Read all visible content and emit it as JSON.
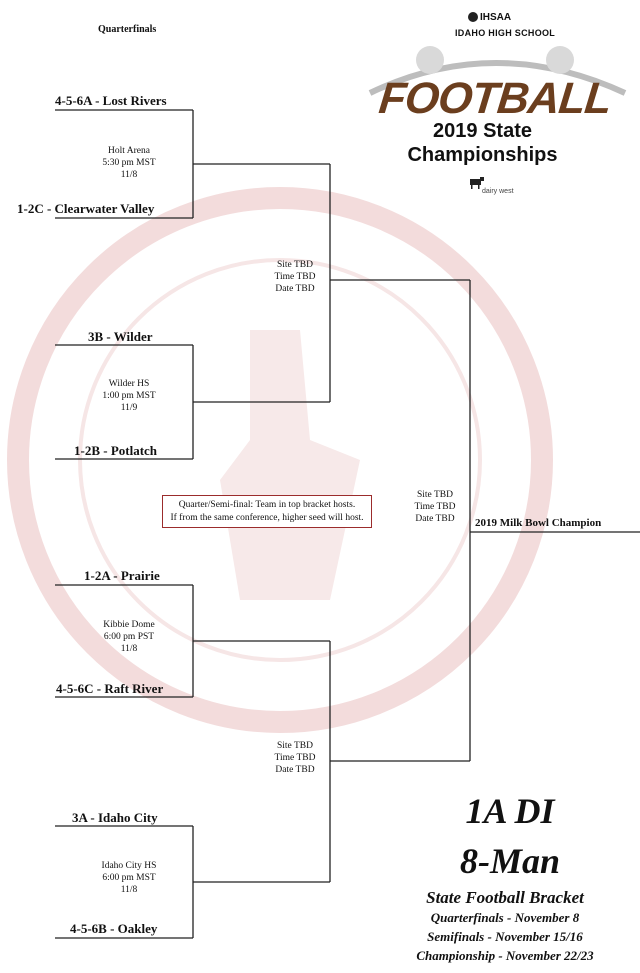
{
  "header": {
    "round_label": "Quarterfinals"
  },
  "teams": [
    "4-5-6A - Lost Rivers",
    "1-2C - Clearwater Valley",
    "3B - Wilder",
    "1-2B - Potlatch",
    "1-2A - Prairie",
    "4-5-6C - Raft River",
    "3A - Idaho City",
    "4-5-6B - Oakley"
  ],
  "quarter_sites": [
    {
      "venue": "Holt Arena",
      "time": "5:30 pm MST",
      "date": "11/8"
    },
    {
      "venue": "Wilder HS",
      "time": "1:00 pm MST",
      "date": "11/9"
    },
    {
      "venue": "Kibbie Dome",
      "time": "6:00 pm PST",
      "date": "11/8"
    },
    {
      "venue": "Idaho City HS",
      "time": "6:00 pm MST",
      "date": "11/8"
    }
  ],
  "semi_sites": [
    {
      "site": "Site TBD",
      "time": "Time TBD",
      "date": "Date TBD"
    },
    {
      "site": "Site TBD",
      "time": "Time TBD",
      "date": "Date TBD"
    }
  ],
  "final_site": {
    "site": "Site TBD",
    "time": "Time TBD",
    "date": "Date TBD"
  },
  "note": {
    "line1": "Quarter/Semi-final: Team in top bracket hosts.",
    "line2": "If from the same conference, higher seed will host."
  },
  "champion_label": "2019 Milk Bowl Champion",
  "logo": {
    "org": "IHSAA",
    "state": "IDAHO HIGH SCHOOL",
    "sport": "FOOTBALL",
    "year_line": "2019 State",
    "champs_line": "Championships",
    "sponsor": "dairy west",
    "brown": "#6b3e1e"
  },
  "title_block": {
    "classification": "1A DI",
    "division": "8-Man",
    "subtitle": "State Football Bracket",
    "qf": "Quarterfinals - November 8",
    "sf": "Semifinals - November 15/16",
    "ch": "Championship - November 22/23"
  },
  "colors": {
    "note_border": "#9b2c2c",
    "watermark": "#f1dada"
  }
}
